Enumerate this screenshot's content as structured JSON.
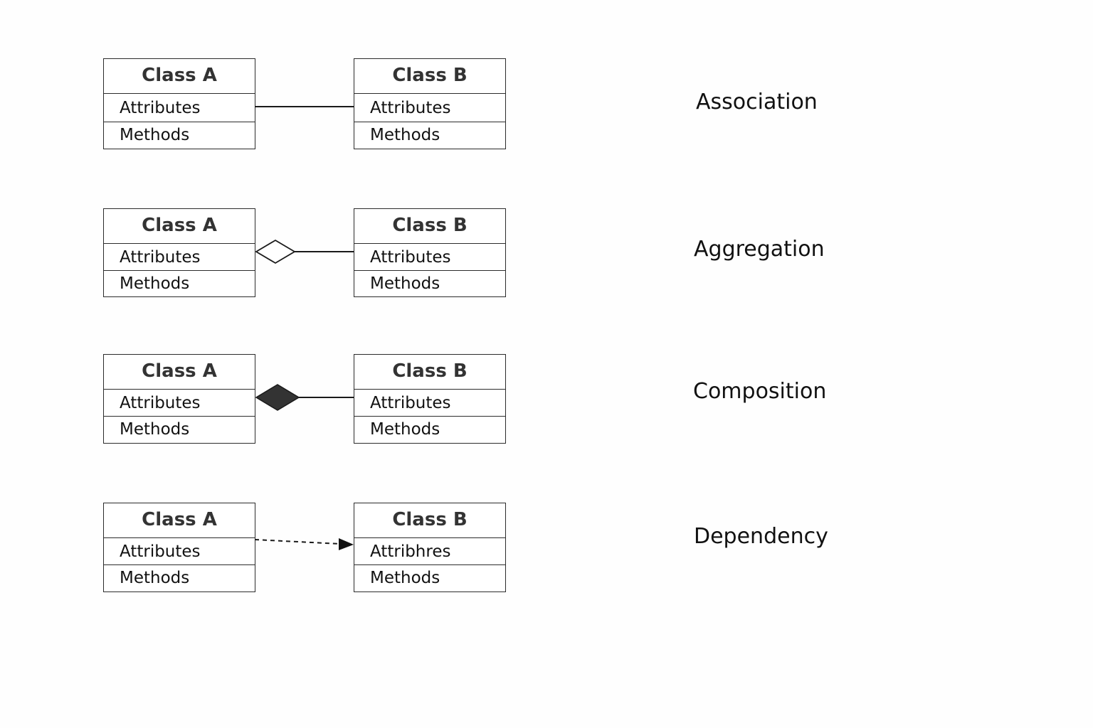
{
  "rows": [
    {
      "relationship": "Association",
      "class_a": {
        "name": "Class A",
        "attributes": "Attributes",
        "methods": "Methods"
      },
      "class_b": {
        "name": "Class B",
        "attributes": "Attributes",
        "methods": "Methods"
      },
      "connector": "plain-line"
    },
    {
      "relationship": "Aggregation",
      "class_a": {
        "name": "Class A",
        "attributes": "Attributes",
        "methods": "Methods"
      },
      "class_b": {
        "name": "Class B",
        "attributes": "Attributes",
        "methods": "Methods"
      },
      "connector": "hollow-diamond-line"
    },
    {
      "relationship": "Composition",
      "class_a": {
        "name": "Class A",
        "attributes": "Attributes",
        "methods": "Methods"
      },
      "class_b": {
        "name": "Class B",
        "attributes": "Attributes",
        "methods": "Methods"
      },
      "connector": "filled-diamond-line"
    },
    {
      "relationship": "Dependency",
      "class_a": {
        "name": "Class A",
        "attributes": "Attributes",
        "methods": "Methods"
      },
      "class_b": {
        "name": "Class B",
        "attributes": "Attribhres",
        "methods": "Methods"
      },
      "connector": "dashed-arrow"
    }
  ],
  "colors": {
    "line": "#1a1a1a",
    "filled_diamond": "#333333",
    "box_border": "#2b2b2b"
  }
}
